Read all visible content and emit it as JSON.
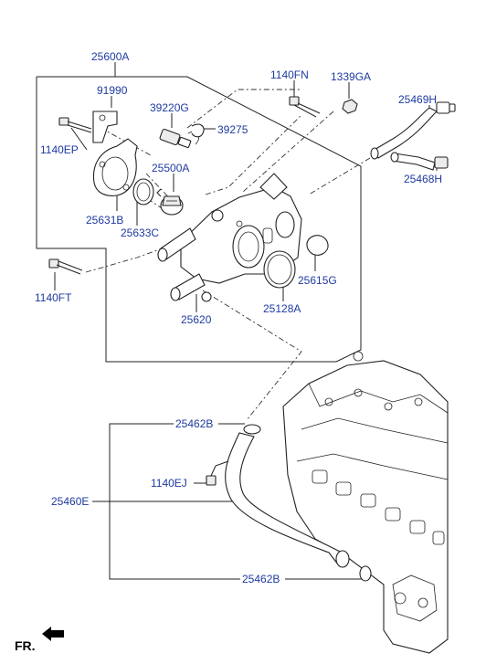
{
  "labels": {
    "p25600A": "25600A",
    "p91990": "91990",
    "p39220G": "39220G",
    "p39275": "39275",
    "p1140FN": "1140FN",
    "p1339GA": "1339GA",
    "p25469H": "25469H",
    "p25468H": "25468H",
    "p1140EP": "1140EP",
    "p25500A": "25500A",
    "p25631B": "25631B",
    "p25633C": "25633C",
    "p1140FT": "1140FT",
    "p25615G": "25615G",
    "p25128A": "25128A",
    "p25620": "25620",
    "p25462B_top": "25462B",
    "p1140EJ": "1140EJ",
    "p25460E": "25460E",
    "p25462B_bottom": "25462B",
    "fr": "FR."
  },
  "colors": {
    "label": "#1e3aa0",
    "line": "#222222"
  },
  "icons": {
    "front_arrow": "arrow-left-icon"
  }
}
